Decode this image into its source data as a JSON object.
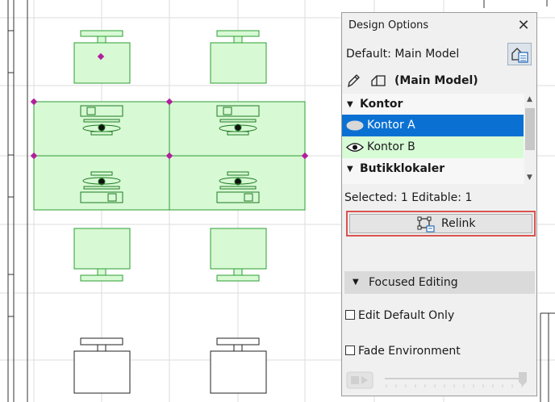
{
  "panel": {
    "title": "Design Options",
    "default_model_label": "Default: Main Model",
    "main_model_label": "(Main Model)",
    "status_text": "Selected: 1 Editable: 1",
    "relink_label": "Relink",
    "focused_editing_label": "Focused Editing",
    "edit_default_only_label": "Edit Default Only",
    "fade_environment_label": "Fade Environment",
    "edit_default_only_checked": false,
    "fade_environment_checked": false
  },
  "options_list": [
    {
      "kind": "group",
      "label": "Kontor"
    },
    {
      "kind": "option",
      "label": "Kontor A",
      "selected": true
    },
    {
      "kind": "option",
      "label": "Kontor B",
      "selected": false
    },
    {
      "kind": "group",
      "label": "Butikklokaler"
    }
  ],
  "colors": {
    "selected_row": "#0a71d3",
    "option_row_highlight": "#d6fbd5",
    "furniture_fill": "#d7f9d4",
    "furniture_stroke": "#2e9e33",
    "hotspot": "#b1209b",
    "relink_highlight": "#d9534f"
  }
}
